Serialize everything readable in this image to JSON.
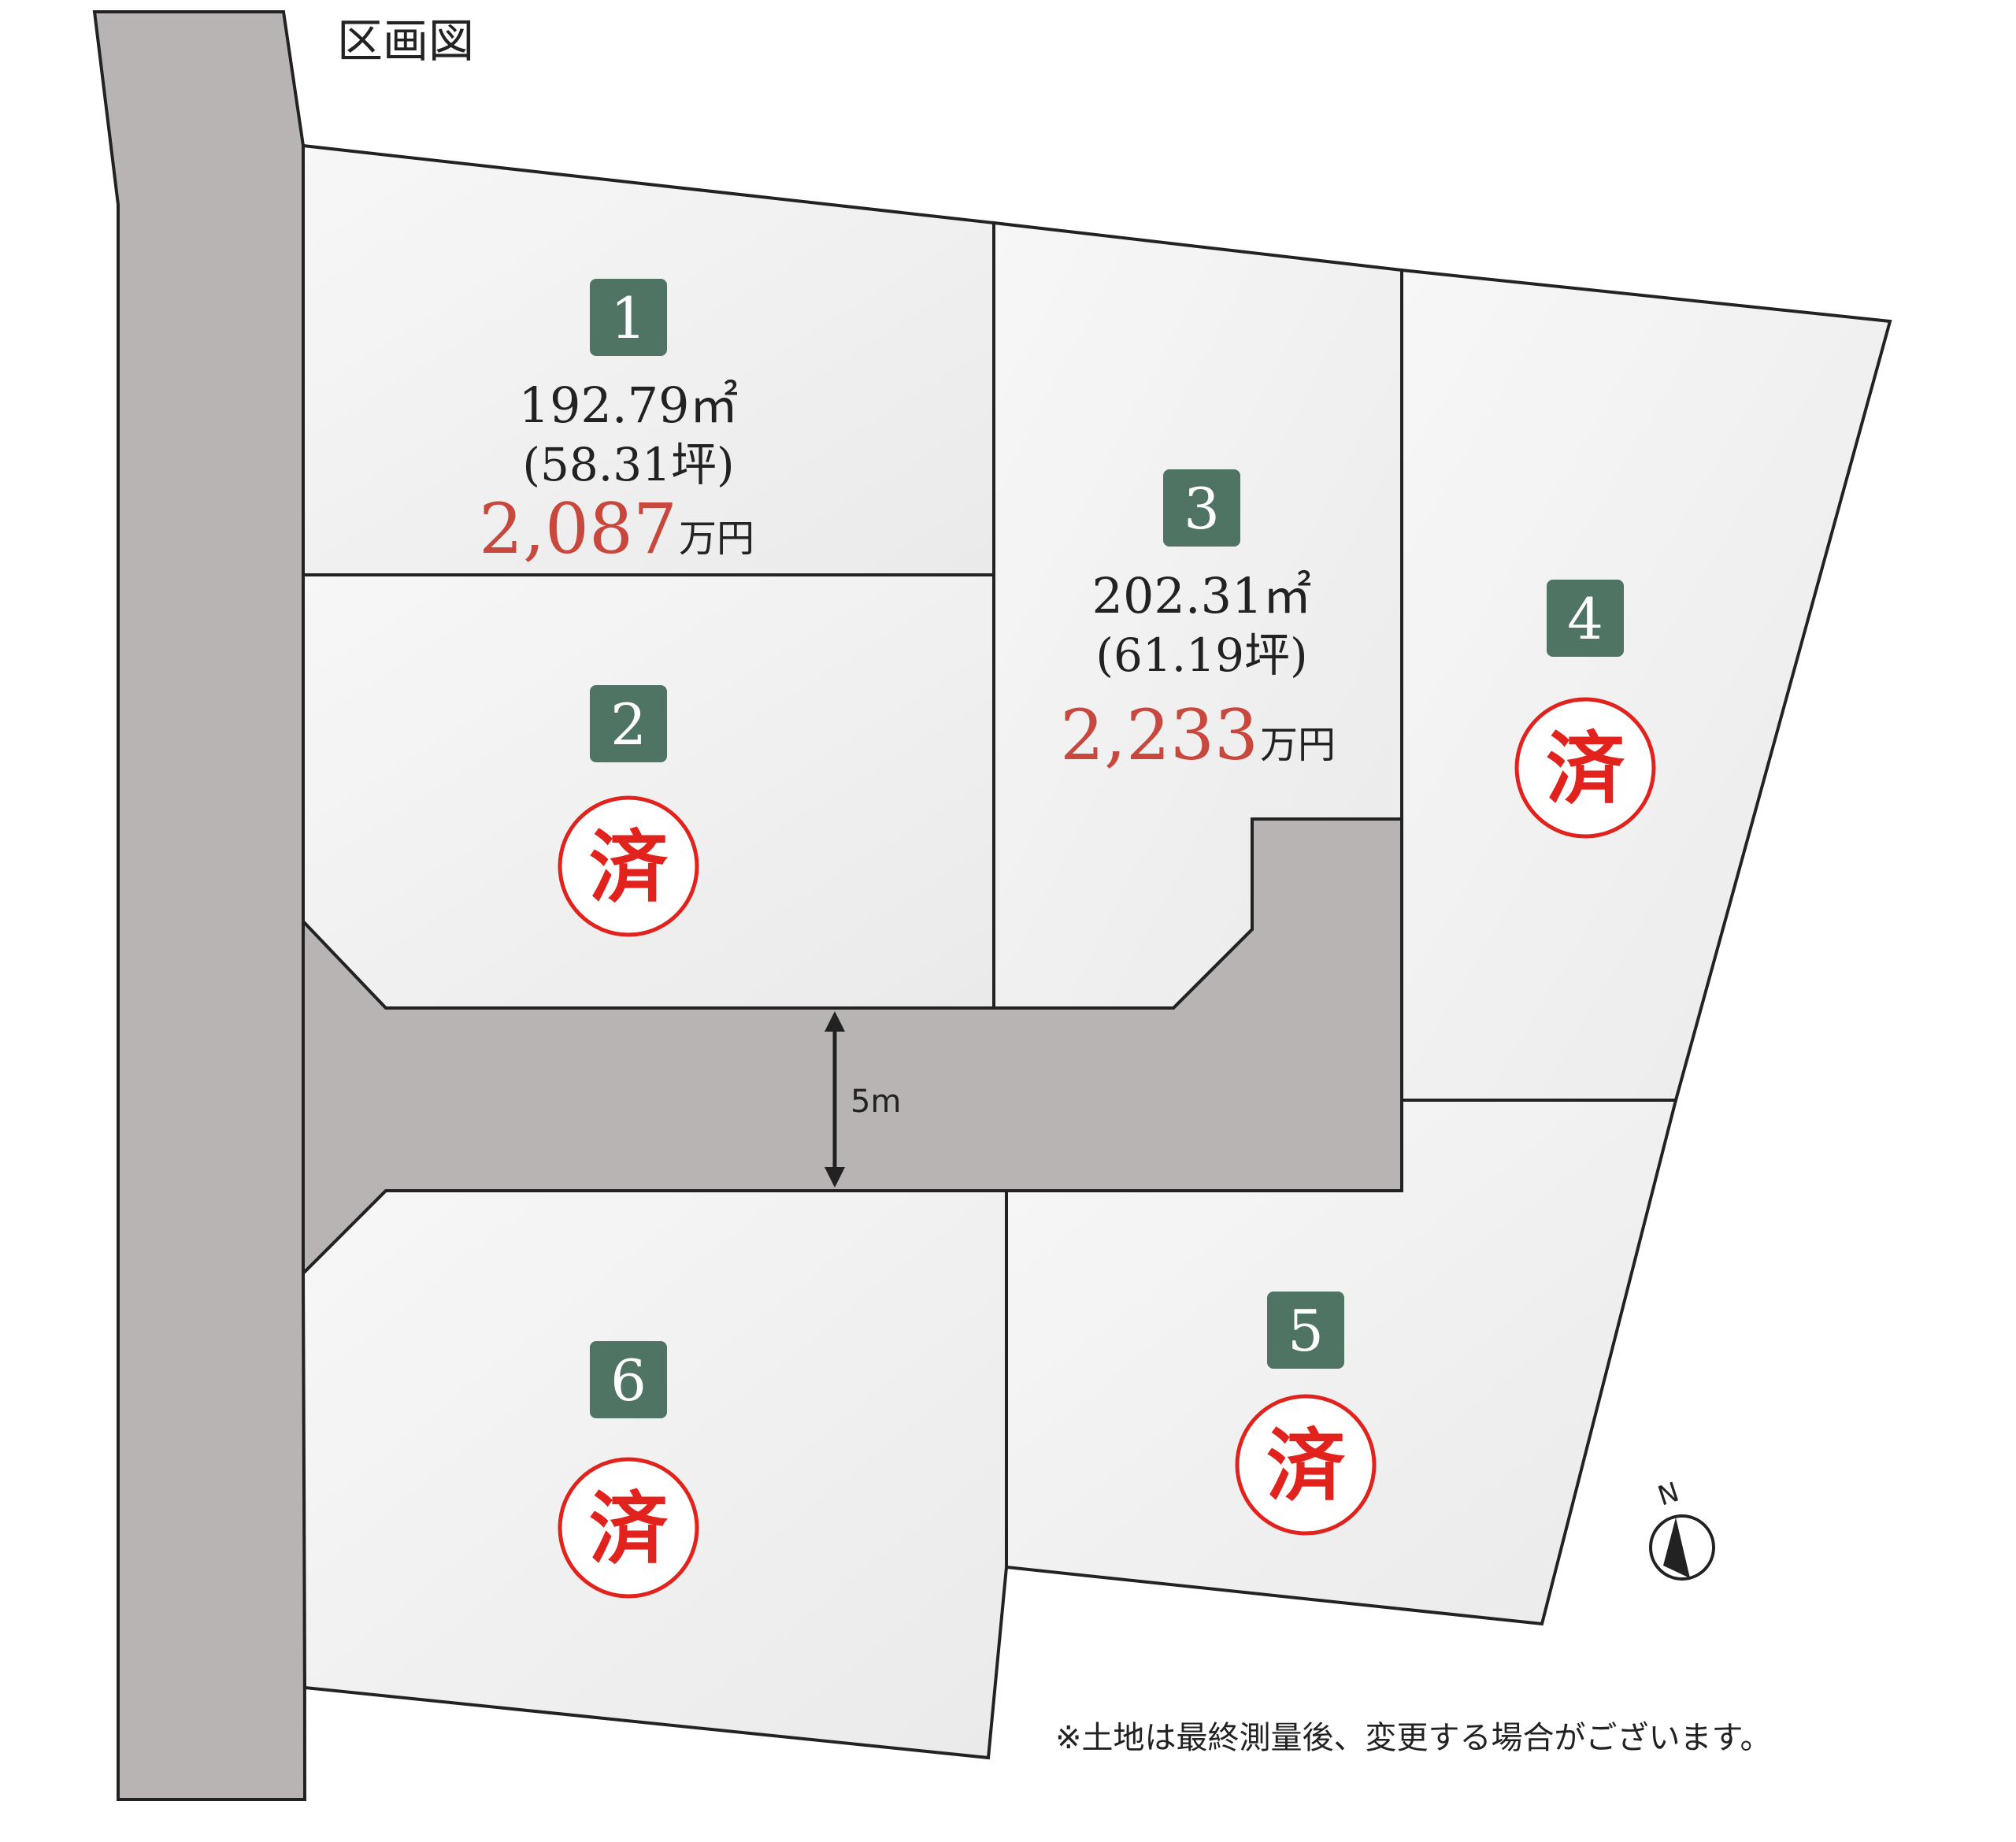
{
  "title": "区画図",
  "road_width_label": "5m",
  "north_label": "N",
  "note": "※土地は最終測量後、変更する場合がございます。",
  "colors": {
    "road": "#b7b4b3",
    "lot_fill": "#f2f2f2",
    "badge": "#4f7464",
    "price": "#c8483d",
    "sold": "#e2221c"
  },
  "lots": [
    {
      "number": "1",
      "area": "192.79㎡",
      "tsubo": "(58.31坪)",
      "price": "2,087",
      "price_unit": "万円",
      "status": ""
    },
    {
      "number": "2",
      "status": "済"
    },
    {
      "number": "3",
      "area": "202.31㎡",
      "tsubo": "(61.19坪)",
      "price": "2,233",
      "price_unit": "万円",
      "status": ""
    },
    {
      "number": "4",
      "status": "済"
    },
    {
      "number": "5",
      "status": "済"
    },
    {
      "number": "6",
      "status": "済"
    }
  ]
}
